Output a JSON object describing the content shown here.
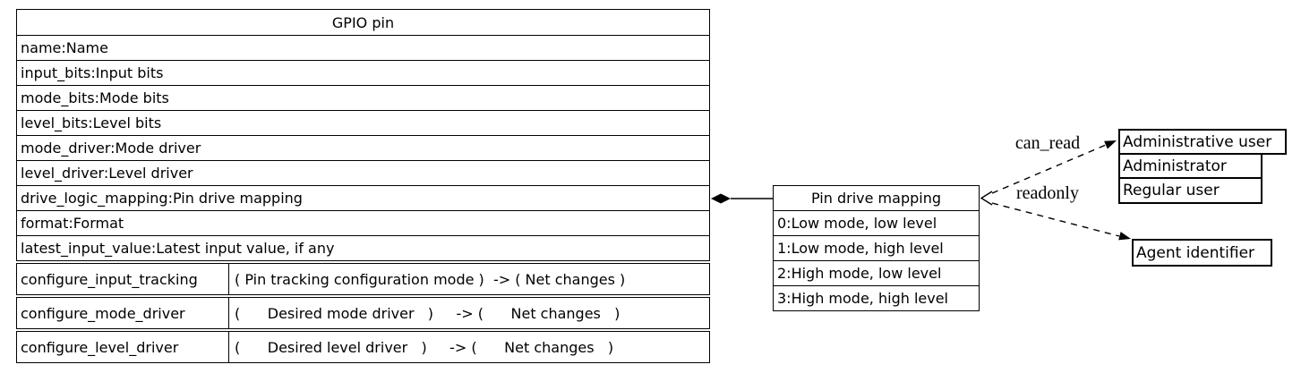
{
  "diagram": {
    "gpio_node": {
      "title": "GPIO pin",
      "attributes": [
        "name:Name",
        "input_bits:Input bits",
        "mode_bits:Mode bits",
        "level_bits:Level bits",
        "mode_driver:Mode driver",
        "level_driver:Level driver",
        "drive_logic_mapping:Pin drive mapping",
        "format:Format",
        "latest_input_value:Latest input value, if any"
      ],
      "methods": [
        {
          "name": "configure_input_tracking",
          "signature": "( Pin tracking configuration mode )  -> ( Net changes )"
        },
        {
          "name": "configure_mode_driver",
          "signature": "(      Desired mode driver   )     -> (      Net changes   )"
        },
        {
          "name": "configure_level_driver",
          "signature": "(      Desired level driver   )     -> (      Net changes   )"
        }
      ]
    },
    "pin_drive_mapping_node": {
      "title": "Pin drive mapping",
      "values": [
        "0:Low mode, low level",
        "1:Low mode, high level",
        "2:High mode, low level",
        "3:High mode, high level"
      ]
    },
    "user_node": {
      "title": "Administrative user",
      "values": [
        "Administrator",
        "Regular user"
      ]
    },
    "agent_node": {
      "title": "Agent identifier"
    },
    "edges": {
      "can_read_label": "can_read",
      "readonly_label": "readonly"
    },
    "colors": {
      "line": "#000000",
      "background": "#ffffff"
    }
  }
}
